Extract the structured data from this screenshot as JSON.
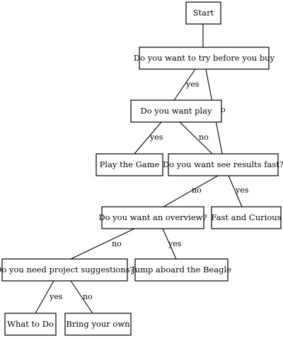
{
  "nodes": [
    {
      "id": "start",
      "label": "Start"
    },
    {
      "id": "try",
      "label": "Do you want to try before you buy"
    },
    {
      "id": "play",
      "label": "Do you want play"
    },
    {
      "id": "play_game",
      "label": "Play the Game"
    },
    {
      "id": "results",
      "label": "Do you want see results fast?"
    },
    {
      "id": "overview",
      "label": "Do you want an overview?"
    },
    {
      "id": "fast",
      "label": "Fast and Curious"
    },
    {
      "id": "suggest",
      "label": "Do you need project suggestions?"
    },
    {
      "id": "beagle",
      "label": "Jump aboard the Beagle"
    },
    {
      "id": "what",
      "label": "What to Do"
    },
    {
      "id": "own",
      "label": "Bring your own"
    }
  ],
  "edges": [
    {
      "from": "start",
      "to": "try",
      "label": ""
    },
    {
      "from": "try",
      "to": "play",
      "label": "yes"
    },
    {
      "from": "try",
      "to": "results",
      "label": "no"
    },
    {
      "from": "play",
      "to": "play_game",
      "label": "yes"
    },
    {
      "from": "play",
      "to": "results",
      "label": "no"
    },
    {
      "from": "results",
      "to": "overview",
      "label": "no"
    },
    {
      "from": "results",
      "to": "fast",
      "label": "yes"
    },
    {
      "from": "overview",
      "to": "suggest",
      "label": "no"
    },
    {
      "from": "overview",
      "to": "beagle",
      "label": "yes"
    },
    {
      "from": "suggest",
      "to": "what",
      "label": "yes"
    },
    {
      "from": "suggest",
      "to": "own",
      "label": "no"
    }
  ]
}
